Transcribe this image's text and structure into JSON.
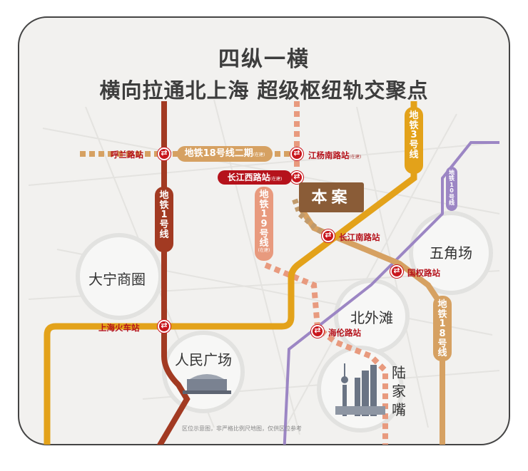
{
  "title_line1": "四纵一横",
  "title_line2": "横向拉通北上海  超级枢纽轨交聚点",
  "project_label": "本案",
  "lines": {
    "line18_h": "地铁18号线二期",
    "line18_h_note": "(在建)",
    "line1": "地铁1号线",
    "line19": "地铁19号线",
    "line19_note": "(在建)",
    "line3": "地铁3号线",
    "line10": "地铁10号线",
    "line18_v": "地铁18号线"
  },
  "stations": {
    "hulan": "呼兰路站",
    "jiangyang_south": "江杨南路站",
    "jiangyang_south_note": "(在建)",
    "changjiang_west": "长江西路站",
    "changjiang_west_note": "(在建)",
    "changjiang_south": "长江南路站",
    "guoquan": "国权路站",
    "shanghai_railway": "上海火车站",
    "hailun": "海伦路站"
  },
  "areas": {
    "daning": "大宁商圈",
    "renmin": "人民广场",
    "wujiaochang": "五角场",
    "beiwaitan": "北外滩",
    "lujiazui": "陆家嘴"
  },
  "footnote": "区位示意图，非严格比例尺地图，仅供区位参考",
  "colors": {
    "line1": "#a23a22",
    "line3": "#e3a21a",
    "line18": "#d6a162",
    "line19": "#e89a7e",
    "line10": "#9c86c4",
    "transfer": "#c8161d",
    "frame_bg": "#f2f1ef"
  }
}
